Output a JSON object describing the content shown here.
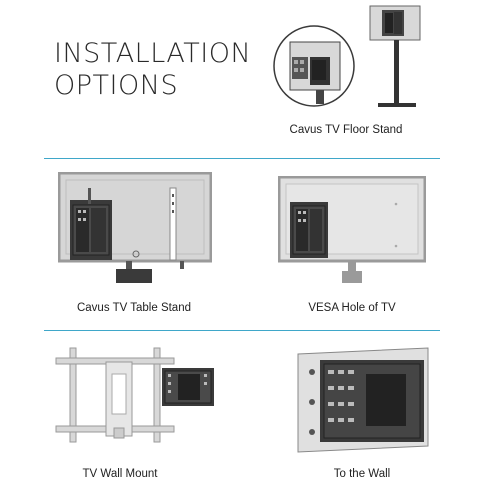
{
  "header": {
    "title_line1": "INSTALLATION",
    "title_line2": "OPTIONS"
  },
  "options": [
    {
      "caption": "Cavus TV Floor Stand",
      "icon": "floor-stand-illustration"
    },
    {
      "caption": "Cavus TV Table Stand",
      "icon": "table-stand-illustration"
    },
    {
      "caption": "VESA Hole of TV",
      "icon": "vesa-mount-illustration"
    },
    {
      "caption": "TV Wall Mount",
      "icon": "wall-mount-illustration"
    },
    {
      "caption": "To the Wall",
      "icon": "wall-plate-illustration"
    }
  ],
  "colors": {
    "divider": "#3fa7c9",
    "device": "#3a3a3a",
    "tv_frame": "#9a9a9a",
    "tv_screen": "#d6d6d6",
    "wall": "#e0e0e0"
  }
}
